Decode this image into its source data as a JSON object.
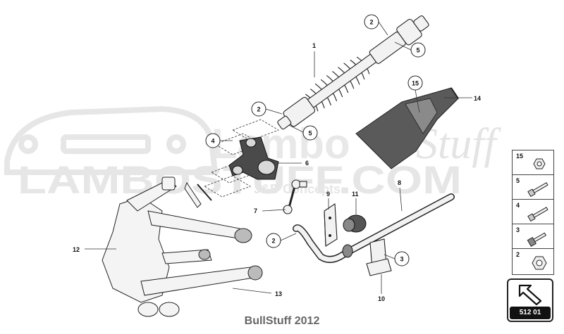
{
  "watermark": {
    "brand_text": "LAMBOSTUFF.COM",
    "script_text": "Stuff",
    "sub_text": "J&D Concepts",
    "ghost_text": "Lambo"
  },
  "callouts": {
    "c1": "1",
    "c2a": "2",
    "c5a": "5",
    "c2b": "2",
    "c5b": "5",
    "c4": "4",
    "c6": "6",
    "c7": "7",
    "c9": "9",
    "c11": "11",
    "c8": "8",
    "c15": "15",
    "c14": "14",
    "c2c": "2",
    "c3": "3",
    "c10": "10",
    "c12": "12",
    "c13": "13"
  },
  "legend": [
    {
      "num": "15",
      "icon": "nut-icon"
    },
    {
      "num": "5",
      "icon": "bolt-icon"
    },
    {
      "num": "4",
      "icon": "bolt-icon"
    },
    {
      "num": "3",
      "icon": "bolt-icon"
    },
    {
      "num": "2",
      "icon": "nut-icon"
    }
  ],
  "sheet": {
    "number": "512 01",
    "icon": "arrow-icon"
  },
  "footer": {
    "credit": "BullStuff 2012"
  }
}
